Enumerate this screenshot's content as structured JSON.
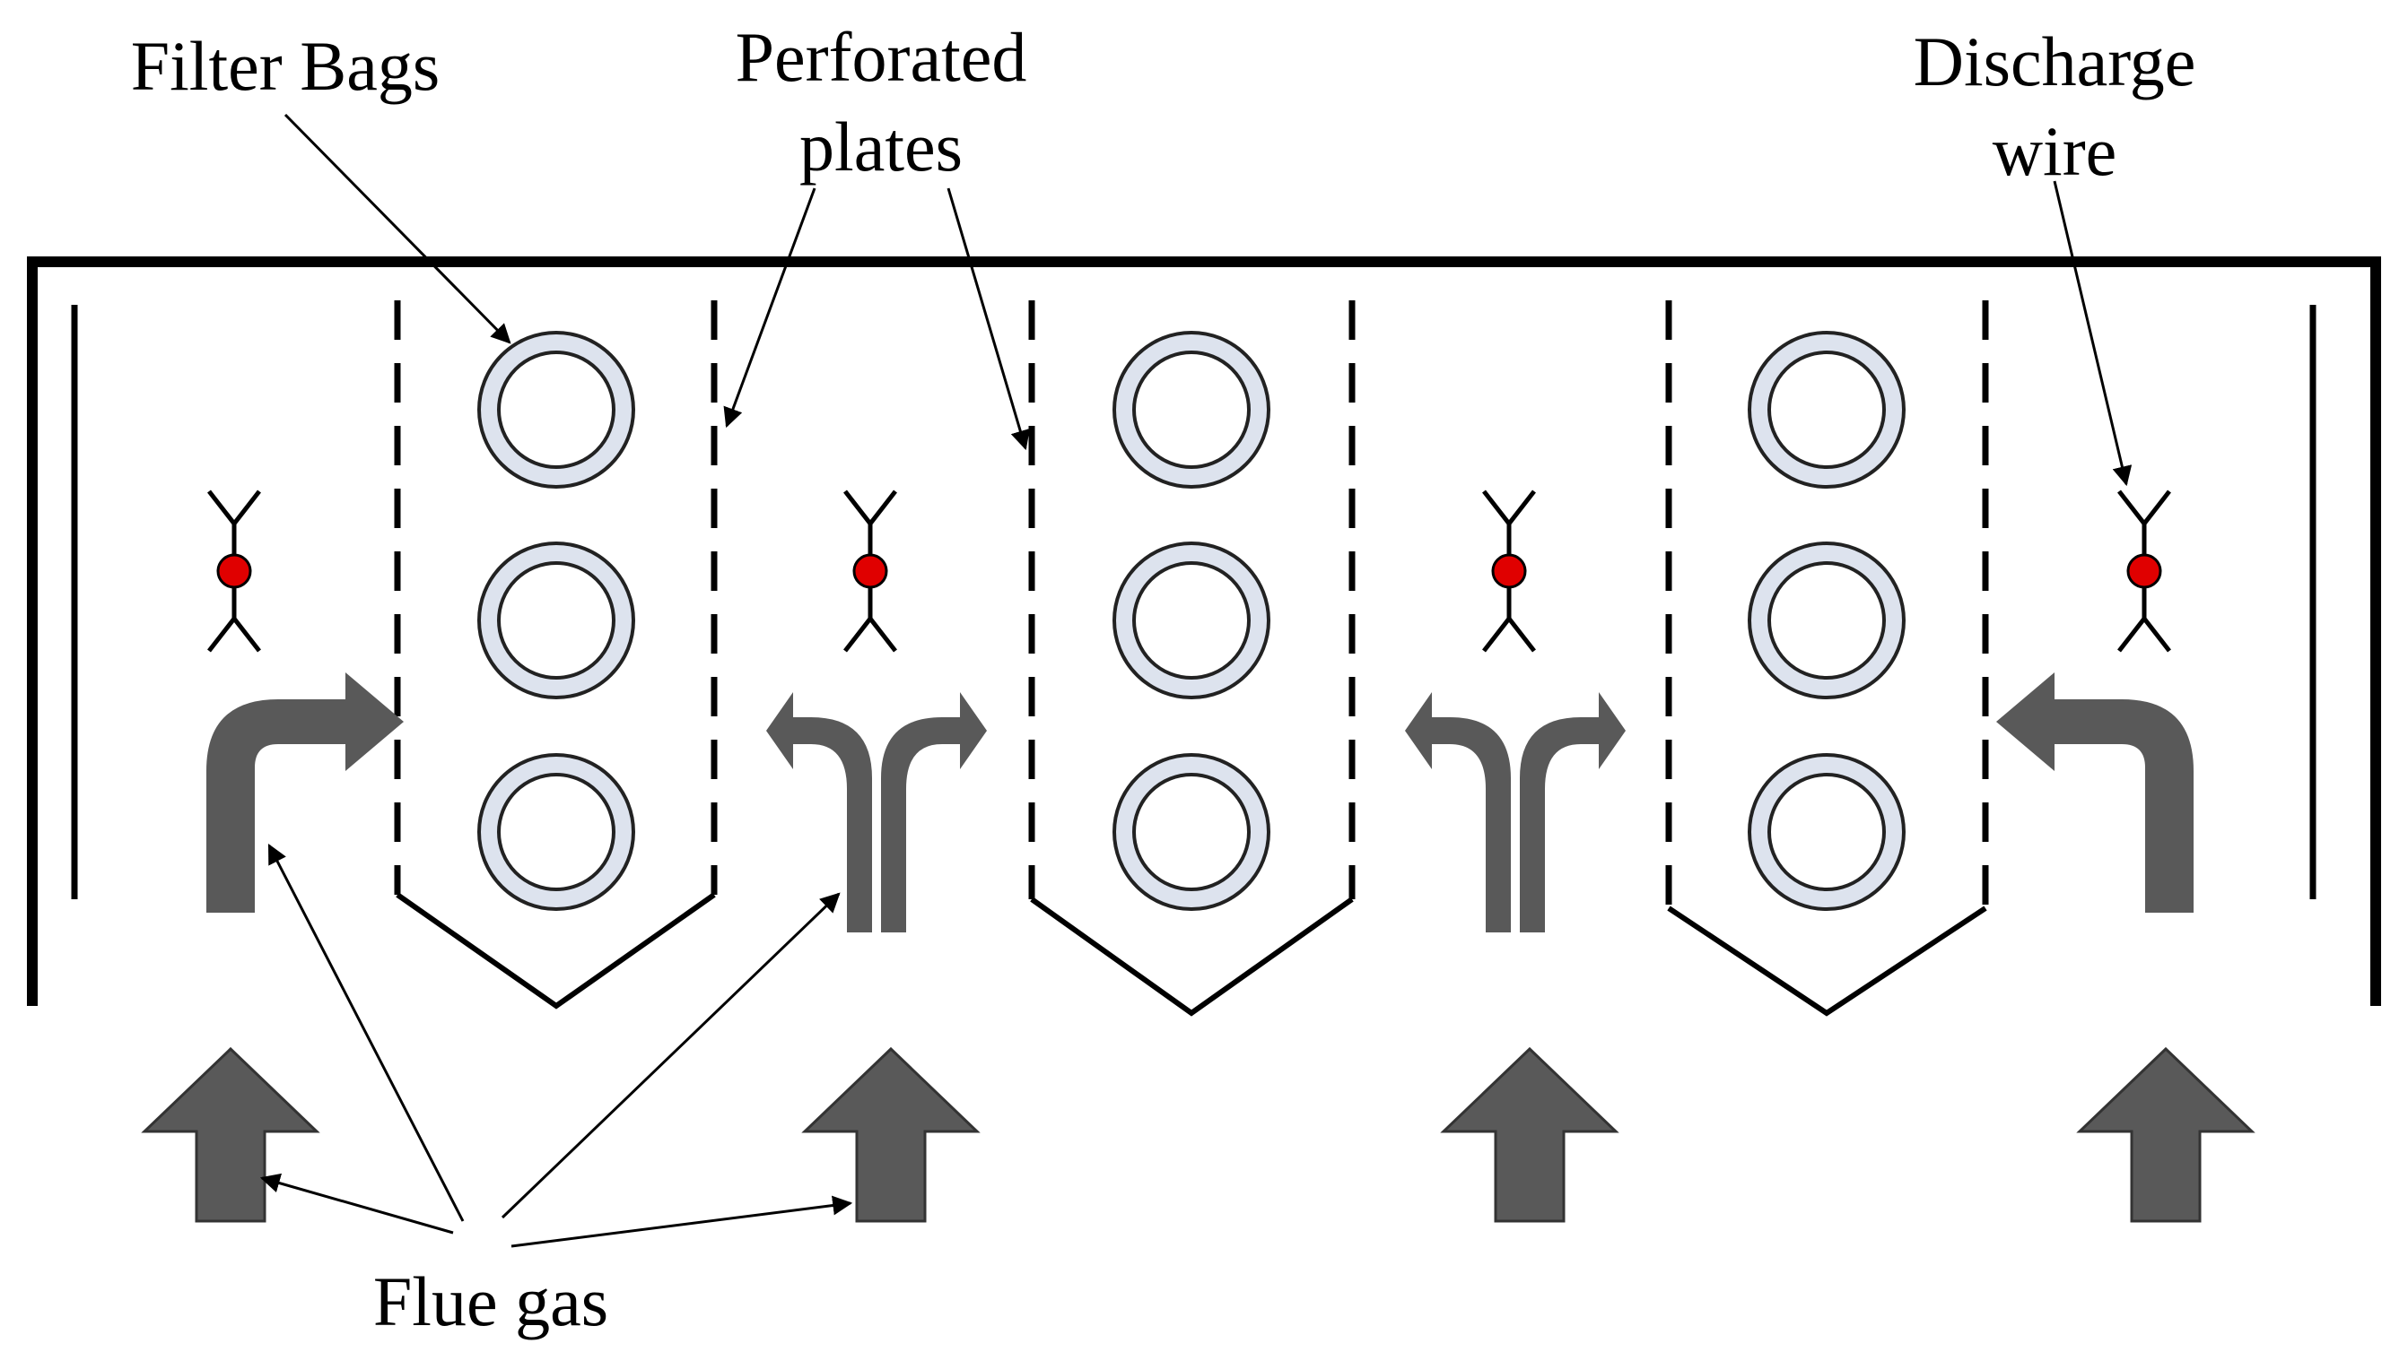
{
  "labels": {
    "filter_bags": "Filter Bags",
    "perforated_line1": "Perforated",
    "perforated_line2": "plates",
    "discharge_line1": "Discharge",
    "discharge_line2": "wire",
    "flue_gas": "Flue gas"
  },
  "colors": {
    "line": "#000000",
    "gas_arrow": "#595959",
    "bag_fill": "#dde3ee",
    "bag_stroke": "#222222",
    "electrode_dot": "#e00000"
  },
  "components": {
    "filter_bag_modules": 3,
    "bags_per_module": 3,
    "discharge_electrodes": 4,
    "inlet_arrows": 4
  }
}
